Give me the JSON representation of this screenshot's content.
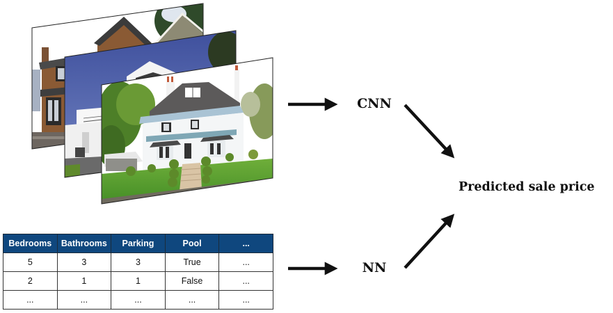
{
  "diagram": {
    "title": "Multimodal house price prediction",
    "images": [
      {
        "name": "house-photo-back",
        "description": "Craftsman style house with wood siding and gables",
        "sky": "#ffffff",
        "main": "#7a5232"
      },
      {
        "name": "house-photo-middle",
        "description": "Modern white house under blue sky",
        "sky": "#4c5fa6",
        "main": "#f2f2f2"
      },
      {
        "name": "house-photo-front",
        "description": "White Victorian house with green lawn and steps",
        "sky": "#ffffff",
        "main": "#eef2f4"
      }
    ],
    "table": {
      "headers": [
        "Bedrooms",
        "Bathrooms",
        "Parking",
        "Pool",
        "..."
      ],
      "rows": [
        [
          "5",
          "3",
          "3",
          "True",
          "..."
        ],
        [
          "2",
          "1",
          "1",
          "False",
          "..."
        ],
        [
          "...",
          "...",
          "...",
          "...",
          "..."
        ]
      ],
      "header_color": "#0f477e"
    },
    "nodes": {
      "cnn": "CNN",
      "nn": "NN",
      "output": "Predicted sale price"
    },
    "edges": [
      {
        "from": "images",
        "to": "cnn"
      },
      {
        "from": "table",
        "to": "nn"
      },
      {
        "from": "cnn",
        "to": "output"
      },
      {
        "from": "nn",
        "to": "output"
      }
    ],
    "arrow_color": "#111111"
  }
}
